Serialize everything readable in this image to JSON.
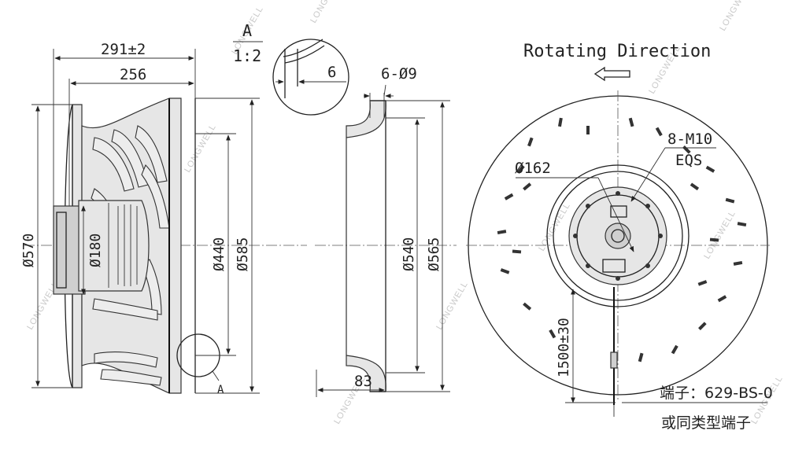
{
  "side_view": {
    "dim_overall_length": "291±2",
    "dim_length": "256",
    "dim_outer_dia": "Ø570",
    "dim_motor_dia": "Ø180",
    "dim_inlet_dia": "Ø440",
    "dim_impeller_dia": "Ø585",
    "detail_marker": "A"
  },
  "detail_view": {
    "label": "A",
    "scale": "1:2",
    "dim_thickness": "6"
  },
  "inlet_ring": {
    "dim_holes": "6-Ø9",
    "dim_inner_dia": "Ø540",
    "dim_outer_dia": "Ø565",
    "dim_depth": "83"
  },
  "front_view": {
    "title": "Rotating Direction",
    "dim_hub_dia": "Ø162",
    "dim_thread": "8-M10",
    "dim_thread_depth": "EQS",
    "dim_cable_length": "1500±30",
    "terminal_label": "端子：629-BS-0",
    "terminal_alt": "或同类型端子"
  },
  "watermark": "LONGWELL"
}
